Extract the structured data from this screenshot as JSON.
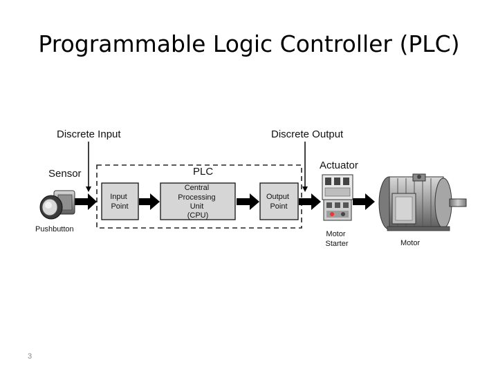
{
  "slide": {
    "title": "Programmable Logic Controller (PLC)",
    "page_number": "3"
  },
  "diagram": {
    "discrete_input_label": "Discrete Input",
    "discrete_output_label": "Discrete Output",
    "sensor_label": "Sensor",
    "plc_label": "PLC",
    "actuator_label": "Actuator",
    "pushbutton_label": "Pushbutton",
    "input_point": [
      "Input",
      "Point"
    ],
    "cpu": [
      "Central",
      "Processing",
      "Unit",
      "(CPU)"
    ],
    "output_point": [
      "Output",
      "Point"
    ],
    "motor_starter": [
      "Motor",
      "Starter"
    ],
    "motor_label": "Motor"
  }
}
